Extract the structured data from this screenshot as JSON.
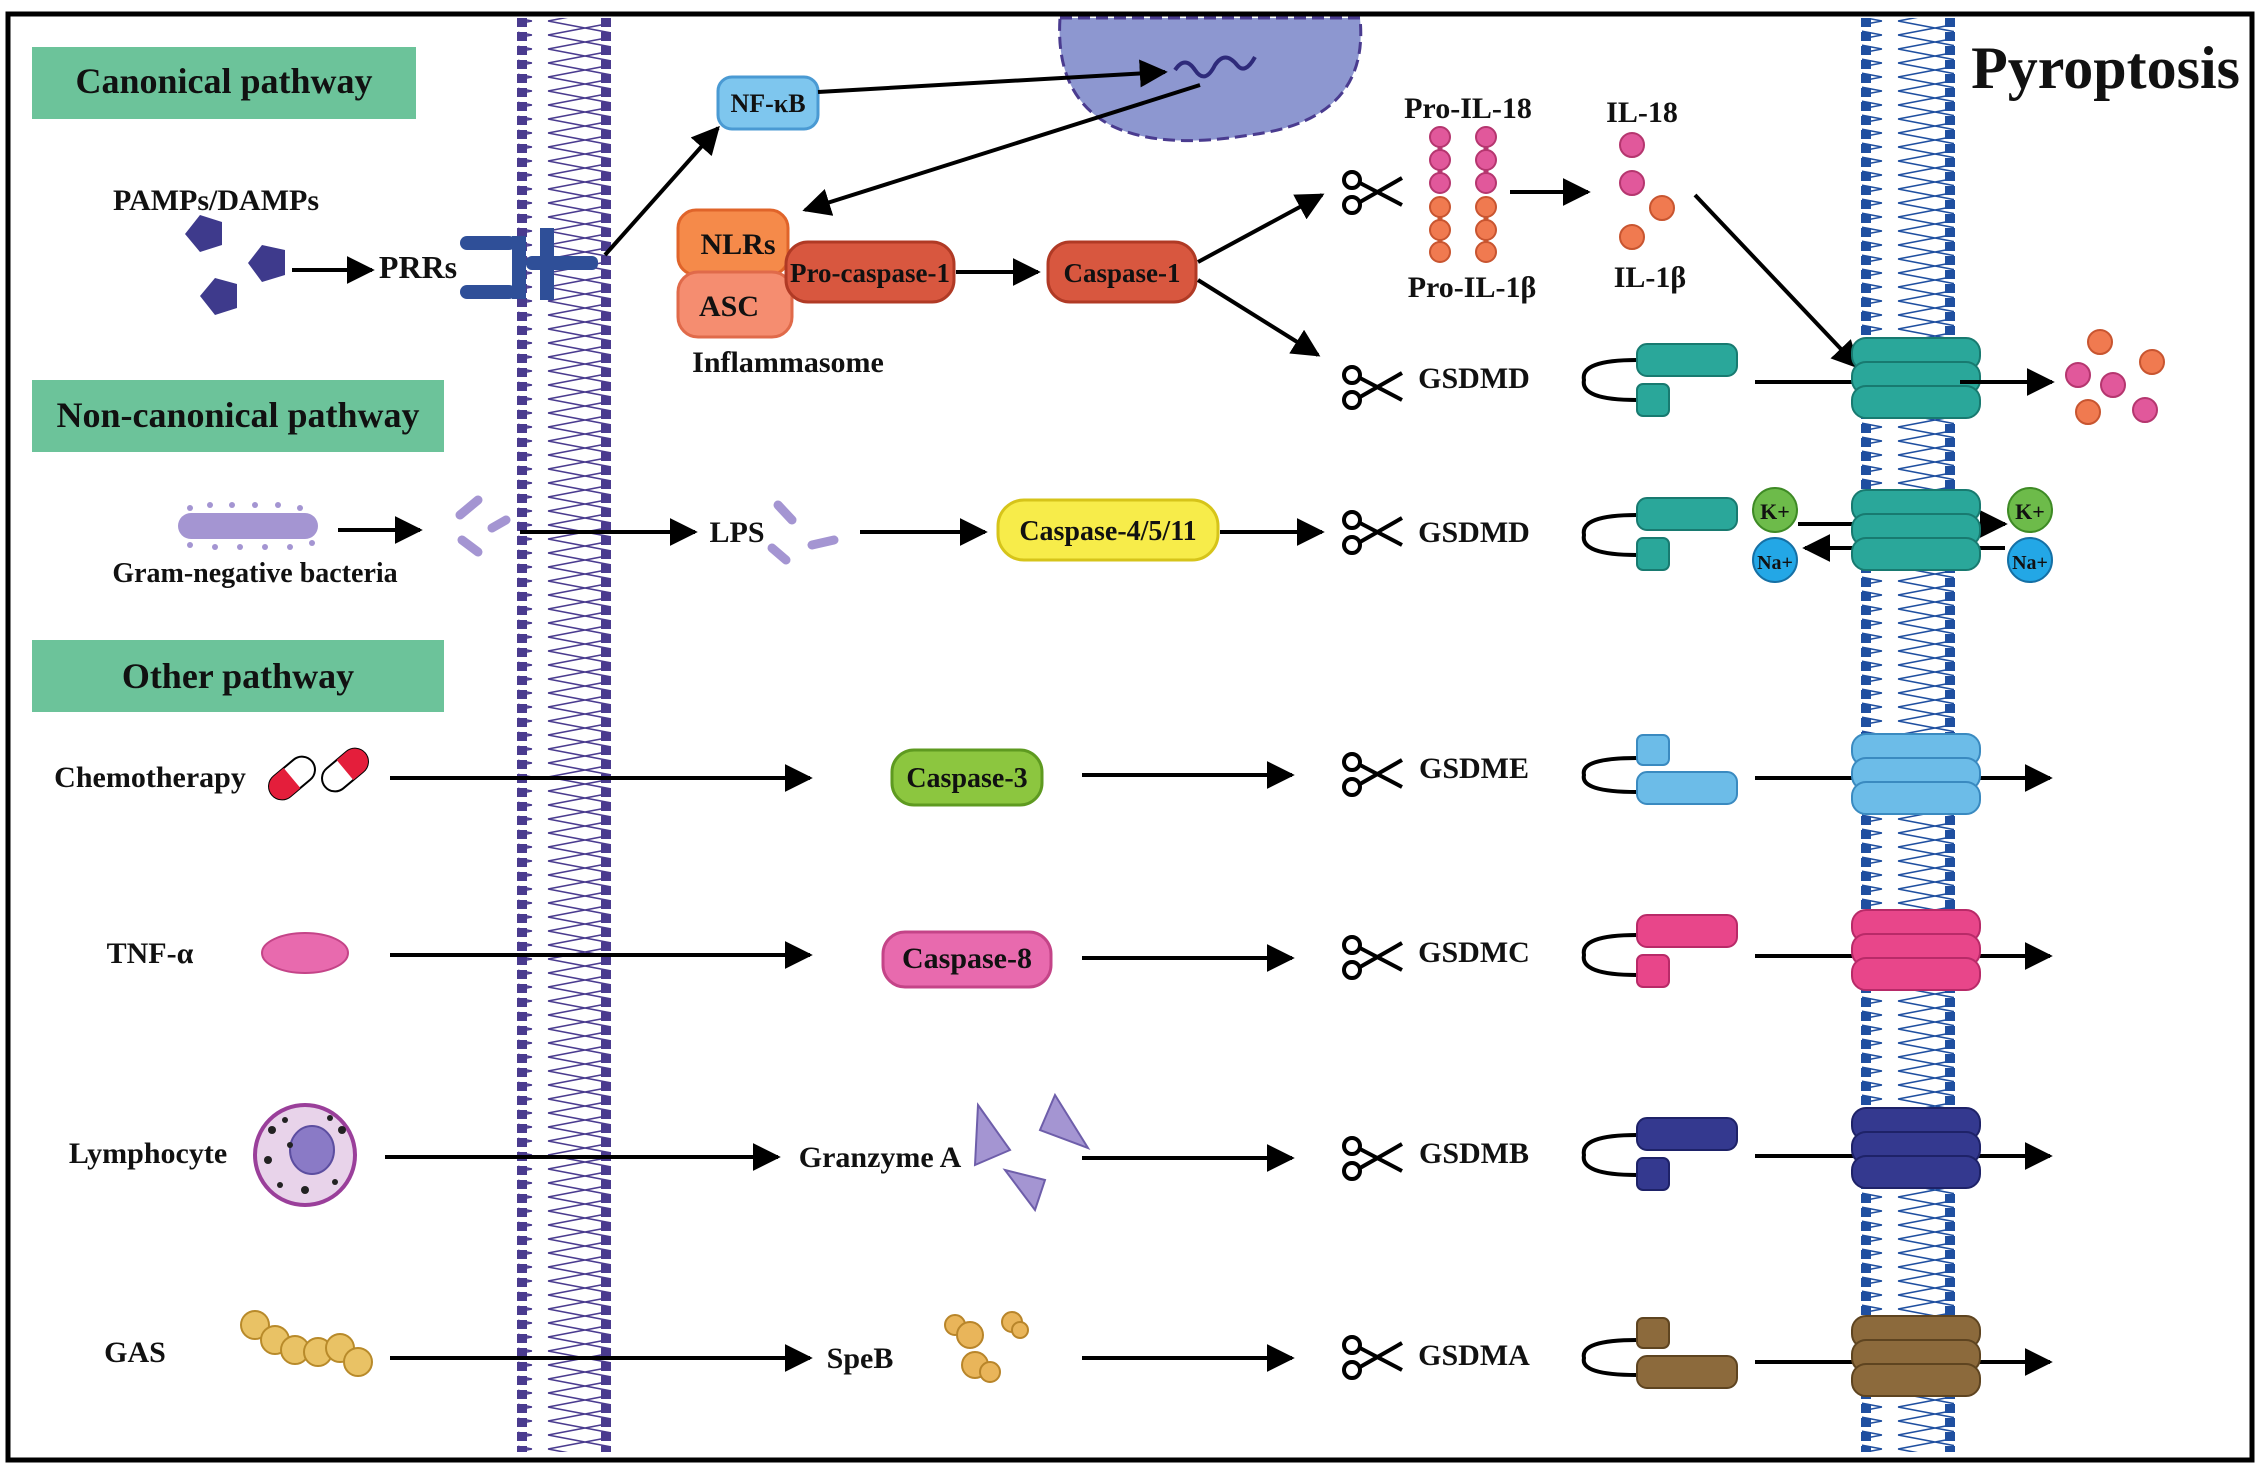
{
  "title": "Pyroptosis",
  "headers": {
    "canonical": "Canonical pathway",
    "noncanonical": "Non-canonical pathway",
    "other": "Other pathway"
  },
  "canonical": {
    "stimulus": "PAMPs/DAMPs",
    "receptor": "PRRs",
    "nfkb": "NF-κB",
    "nlrs": "NLRs",
    "asc": "ASC",
    "inflammasome": "Inflammasome",
    "procaspase": "Pro-caspase-1",
    "caspase": "Caspase-1",
    "pro_il18": "Pro-IL-18",
    "pro_il1b": "Pro-IL-1β",
    "il18": "IL-18",
    "il1b": "IL-1β",
    "gasdermin": "GSDMD"
  },
  "noncanonical": {
    "bacteria": "Gram-negative bacteria",
    "lps": "LPS",
    "caspase": "Caspase-4/5/11",
    "gasdermin": "GSDMD",
    "k_ion": "K+",
    "na_ion": "Na+"
  },
  "other_rows": [
    {
      "stimulus": "Chemotherapy",
      "enzyme": "Caspase-3",
      "gasdermin": "GSDME"
    },
    {
      "stimulus": "TNF-α",
      "enzyme": "Caspase-8",
      "gasdermin": "GSDMC"
    },
    {
      "stimulus": "Lymphocyte",
      "enzyme": "Granzyme A",
      "gasdermin": "GSDMB"
    },
    {
      "stimulus": "GAS",
      "enzyme": "SpeB",
      "gasdermin": "GSDMA"
    }
  ],
  "colors": {
    "header_green": "#6cc39a",
    "membrane_left": "#4a3b8f",
    "membrane_right": "#1f4fa0",
    "gsdmd_teal": "#2aa79a",
    "gsdme_blue": "#6cbce8",
    "gsdmc_pink": "#e8468a",
    "gsdmb_navy": "#34398f",
    "gsdma_brown": "#8c6a3c",
    "nucleus": "#8d97d0",
    "il18_pink": "#e1589b",
    "il1b_orange": "#f07a50"
  }
}
